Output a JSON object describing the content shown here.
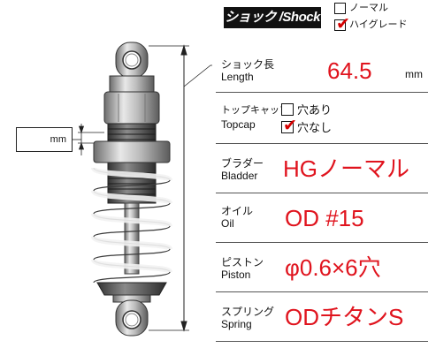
{
  "header": {
    "title": "ショック /Shock"
  },
  "grade": {
    "options": [
      {
        "label": "ノーマル",
        "checked": false
      },
      {
        "label": "ハイグレード",
        "checked": true
      }
    ]
  },
  "length": {
    "label_jp": "ショック長",
    "label_en": "Length",
    "value": "64.5",
    "unit": "mm"
  },
  "topcap": {
    "label_jp": "トップキャップ",
    "label_en": "Topcap",
    "options": [
      {
        "label": "穴あり",
        "checked": false
      },
      {
        "label": "穴なし",
        "checked": true
      }
    ]
  },
  "bladder": {
    "label_jp": "ブラダー",
    "label_en": "Bladder",
    "value": "HGノーマル"
  },
  "oil": {
    "label_jp": "オイル",
    "label_en": "Oil",
    "value": "OD #15"
  },
  "piston": {
    "label_jp": "ピストン",
    "label_en": "Piston",
    "value": "φ0.6×6穴"
  },
  "spring": {
    "label_jp": "スプリング",
    "label_en": "Spring",
    "value": "ODチタンS"
  },
  "gap_field": {
    "unit": "mm",
    "value": ""
  },
  "colors": {
    "accent": "#e0141e",
    "check": "#d40000",
    "header_bg": "#111111"
  }
}
